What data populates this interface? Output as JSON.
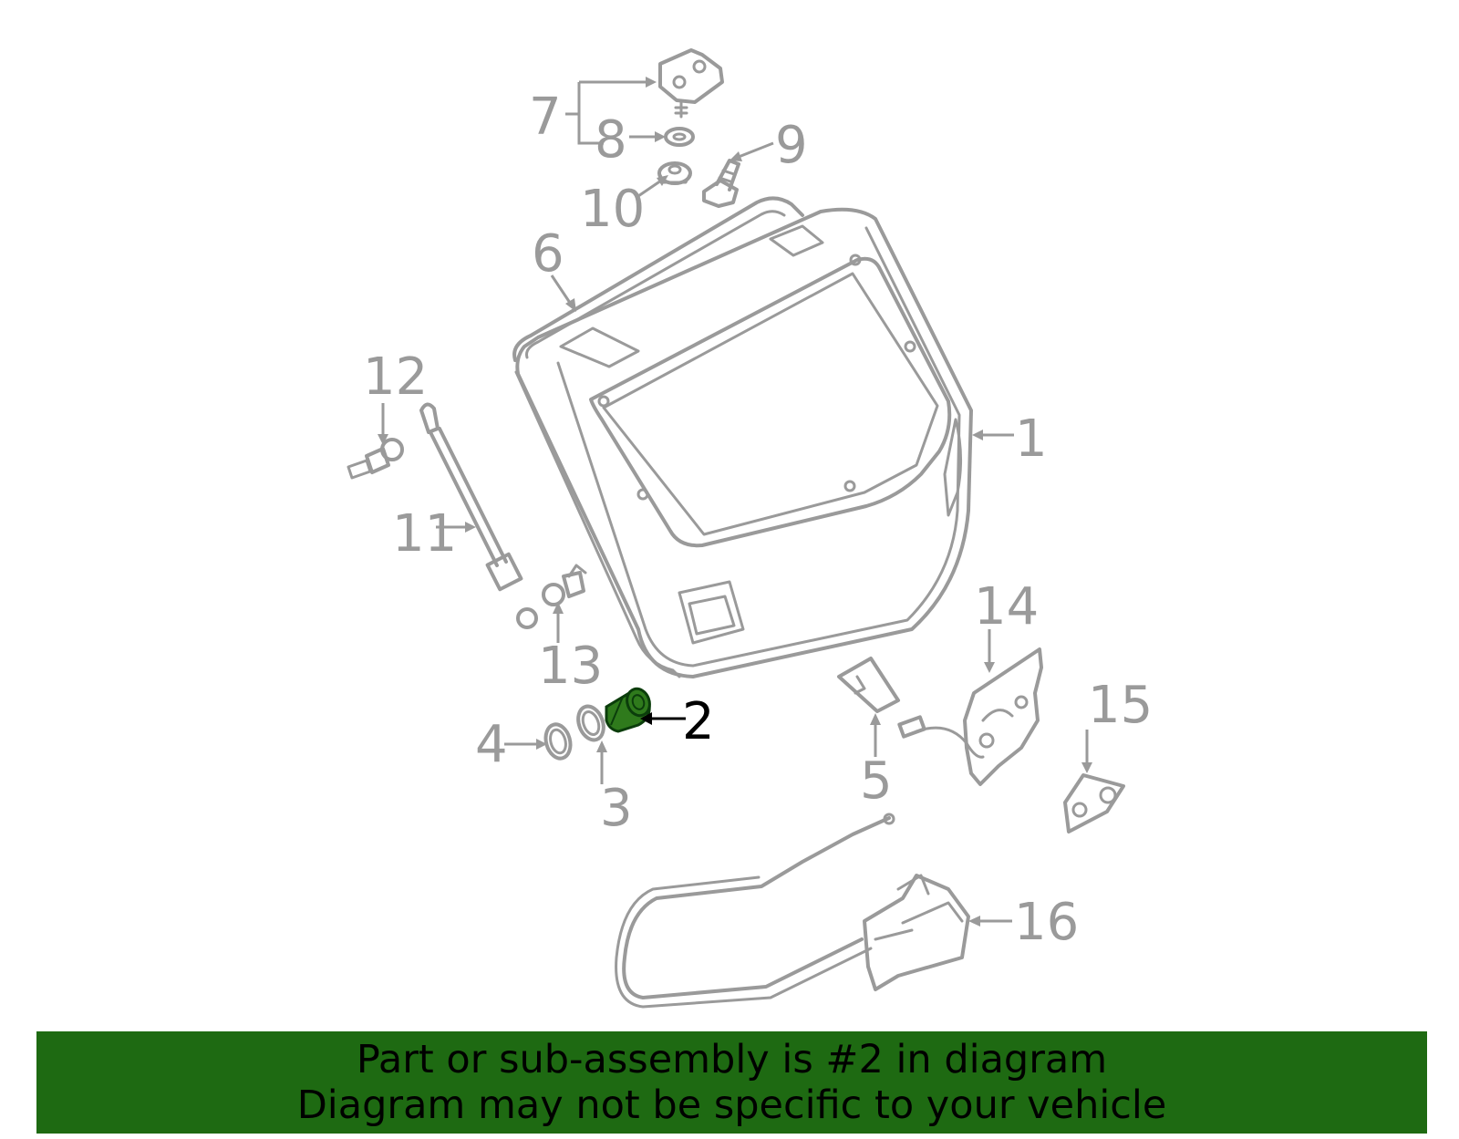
{
  "callouts": [
    {
      "label": "1"
    },
    {
      "label": "2"
    },
    {
      "label": "3"
    },
    {
      "label": "4"
    },
    {
      "label": "5"
    },
    {
      "label": "6"
    },
    {
      "label": "7"
    },
    {
      "label": "8"
    },
    {
      "label": "9"
    },
    {
      "label": "10"
    },
    {
      "label": "11"
    },
    {
      "label": "12"
    },
    {
      "label": "13"
    },
    {
      "label": "14"
    },
    {
      "label": "15"
    },
    {
      "label": "16"
    }
  ],
  "highlight": {
    "part": "2",
    "color": "#2f7a1c",
    "outline": "#0b3d0b"
  },
  "colors": {
    "line_art": "#9a9a9a",
    "banner": "#1e6a12",
    "banner_text": "#000000"
  },
  "banner": {
    "line1": "Part or sub-assembly is #2 in diagram",
    "line2": "Diagram may not be specific to your vehicle"
  }
}
